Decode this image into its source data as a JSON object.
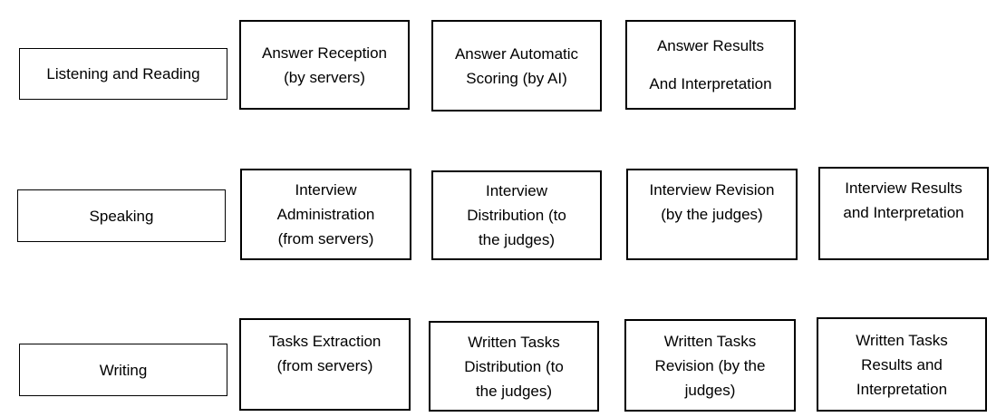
{
  "rows": [
    {
      "label": "Listening and Reading",
      "steps": [
        {
          "lines": [
            "Answer Reception",
            "(by servers)"
          ]
        },
        {
          "lines": [
            "Answer Automatic",
            "Scoring (by AI)"
          ]
        },
        {
          "lines": [
            "Answer Results",
            "And Interpretation"
          ]
        }
      ]
    },
    {
      "label": "Speaking",
      "steps": [
        {
          "lines": [
            "Interview",
            "Administration",
            "(from servers)"
          ]
        },
        {
          "lines": [
            "Interview",
            "Distribution (to",
            "the judges)"
          ]
        },
        {
          "lines": [
            "Interview Revision",
            "(by the judges)"
          ]
        },
        {
          "lines": [
            "Interview Results",
            "and Interpretation"
          ]
        }
      ]
    },
    {
      "label": "Writing",
      "steps": [
        {
          "lines": [
            "Tasks Extraction",
            "(from servers)"
          ]
        },
        {
          "lines": [
            "Written Tasks",
            "Distribution (to",
            "the judges)"
          ]
        },
        {
          "lines": [
            "Written Tasks",
            "Revision (by the",
            "judges)"
          ]
        },
        {
          "lines": [
            "Written Tasks",
            "Results and",
            "Interpretation"
          ]
        }
      ]
    }
  ]
}
